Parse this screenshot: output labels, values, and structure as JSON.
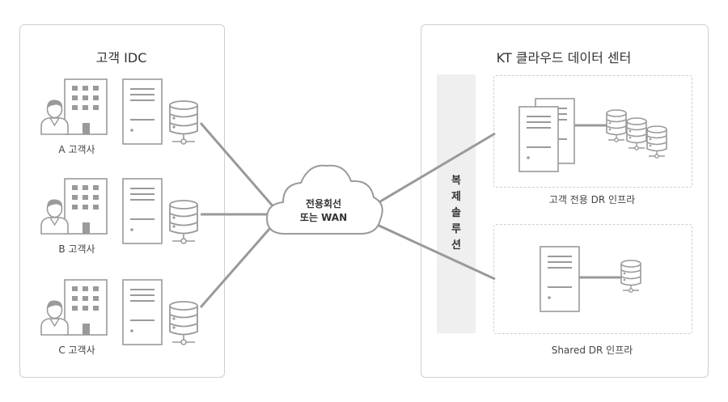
{
  "left_panel": {
    "title": "고객 IDC"
  },
  "customers": [
    {
      "label": "A 고객사"
    },
    {
      "label": "B 고객사"
    },
    {
      "label": "C 고객사"
    }
  ],
  "cloud": {
    "line1": "전용회선",
    "line2": "또는 WAN"
  },
  "right_panel": {
    "title": "KT 클라우드 데이터 센터"
  },
  "replication": {
    "chars": [
      "복",
      "제",
      "솔",
      "루",
      "션"
    ]
  },
  "dr_dedicated": {
    "label": "고객 전용 DR 인프라"
  },
  "dr_shared": {
    "label": "Shared DR 인프라"
  },
  "colors": {
    "border": "#cfcfcf",
    "line": "#999999",
    "icon": "#9a9a9a",
    "strip": "#efefef"
  }
}
